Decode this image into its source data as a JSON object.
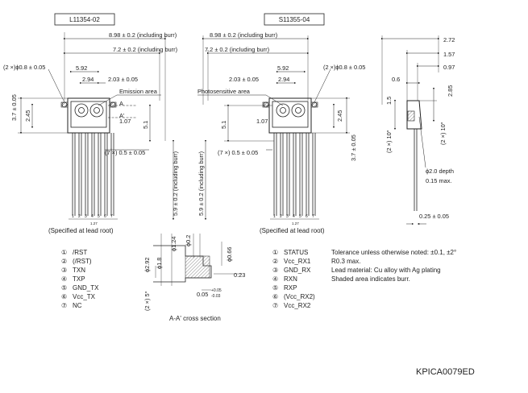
{
  "left_part": {
    "model": "L11354-02",
    "dims": {
      "total_width": "8.98 ± 0.2 (including burr)",
      "body_width": "7.2 ± 0.2 (including burr)",
      "pitch_total": "5.92",
      "half": "2.94",
      "offset": "2.03 ± 0.05",
      "hole": "(2 ×)ϕ0.8 ± 0.05",
      "height_total": "3.7 ± 0.05",
      "height_small": "2.45",
      "inner": "1.07",
      "lead_pitch": "(7 ×) 0.5 ± 0.05",
      "body_h": "5.1",
      "lead_len": "5.9 ± 0.2 (including burr)"
    },
    "area_label": "Emission area",
    "section_mark_a": "A",
    "section_mark_b": "A'",
    "lead_numbers": [
      "1",
      "2",
      "3",
      "4",
      "5",
      "6",
      "7"
    ],
    "lead_pitch_label": "1.27",
    "caption": "(Specified at lead root)"
  },
  "right_part": {
    "model": "S11355-04",
    "dims": {
      "total_width": "8.98 ± 0.2 (including burr)",
      "body_width": "7.2 ± 0.2 (including burr)",
      "pitch_total": "5.92",
      "half": "2.94",
      "offset": "2.03 ± 0.05",
      "hole": "(2 ×)ϕ0.8 ± 0.05",
      "height_total": "3.7 ± 0.05",
      "height_small": "2.45",
      "inner": "1.07",
      "lead_pitch": "(7 ×) 0.5 ± 0.05",
      "body_h": "5.1",
      "lead_len": "5.9 ± 0.2 (including burr)"
    },
    "area_label": "Photosensitive area",
    "lead_numbers": [
      "1",
      "2",
      "3",
      "4",
      "5",
      "6",
      "7"
    ],
    "lead_pitch_label": "1.27",
    "caption": "(Specified at lead root)"
  },
  "side_view": {
    "w1": "2.72",
    "w2": "1.57",
    "w3": "0.97",
    "w4": "0.6",
    "h1": "1.5",
    "h2": "2.85",
    "angle_left": "(2 ×) 10°",
    "angle_right": "(2 ×) 10°",
    "depth": "ϕ2.0 depth",
    "depth_max": "0.15 max.",
    "lead_thk": "0.25 ± 0.05"
  },
  "cross_section": {
    "d1": "ϕ1.24",
    "d2": "ϕ0.2",
    "d3": "ϕ0.66",
    "d4": "ϕ2.92",
    "d5": "ϕ1.8",
    "t1": "0.23",
    "angle": "(2 ×) 5°",
    "t2": "0.05",
    "tol_up": "+0.05",
    "tol_dn": "-0.03",
    "caption": "A-A' cross section"
  },
  "left_pins": [
    {
      "num": "①",
      "name": "/RST"
    },
    {
      "num": "②",
      "name": "(/RST)"
    },
    {
      "num": "③",
      "name": "TXN"
    },
    {
      "num": "④",
      "name": "TXP"
    },
    {
      "num": "⑤",
      "name": "GND_TX"
    },
    {
      "num": "⑥",
      "name": "Vcc_TX"
    },
    {
      "num": "⑦",
      "name": "NC"
    }
  ],
  "right_pins": [
    {
      "num": "①",
      "name": "STATUS"
    },
    {
      "num": "②",
      "name": "Vcc_RX1"
    },
    {
      "num": "③",
      "name": "GND_RX"
    },
    {
      "num": "④",
      "name": "RXN"
    },
    {
      "num": "⑤",
      "name": "RXP"
    },
    {
      "num": "⑥",
      "name": "(Vcc_RX2)"
    },
    {
      "num": "⑦",
      "name": "Vcc_RX2"
    }
  ],
  "notes": [
    "Tolerance unless otherwise noted: ±0.1, ±2°",
    "R0.3 max.",
    "Lead material: Cu alloy with Ag plating",
    "Shaded area indicates burr."
  ],
  "doc_code": "KPICA0079ED"
}
